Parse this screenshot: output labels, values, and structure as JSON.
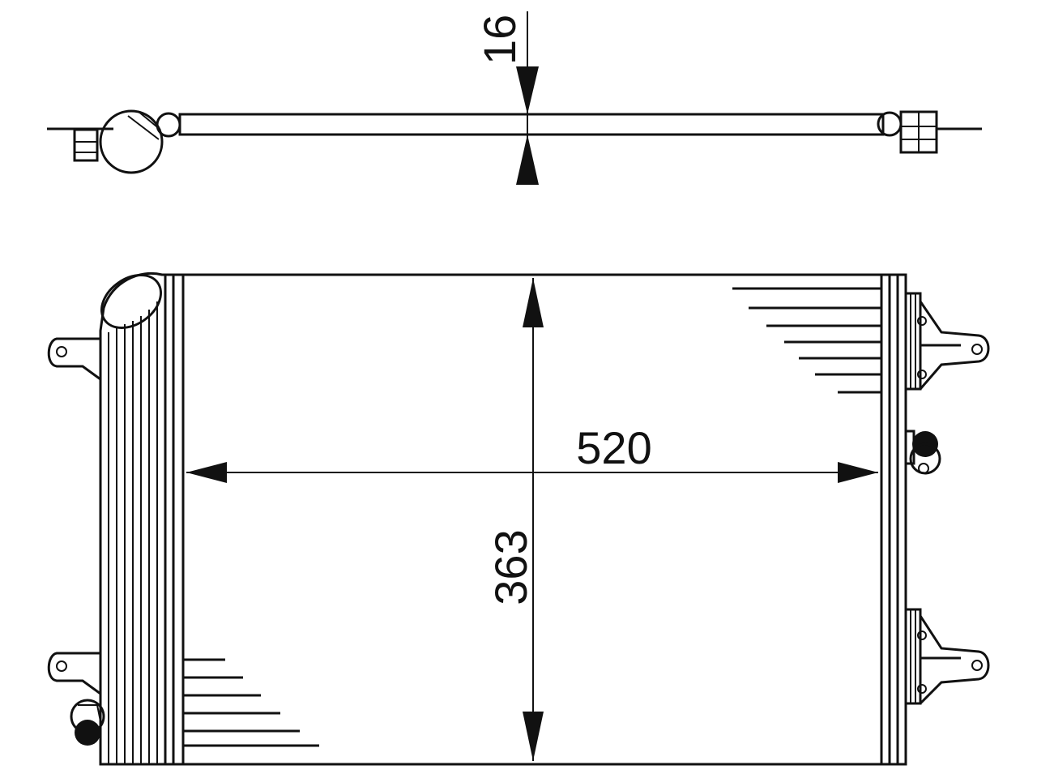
{
  "drawing": {
    "dimensions": {
      "thickness": "16",
      "width": "520",
      "height": "363"
    }
  }
}
